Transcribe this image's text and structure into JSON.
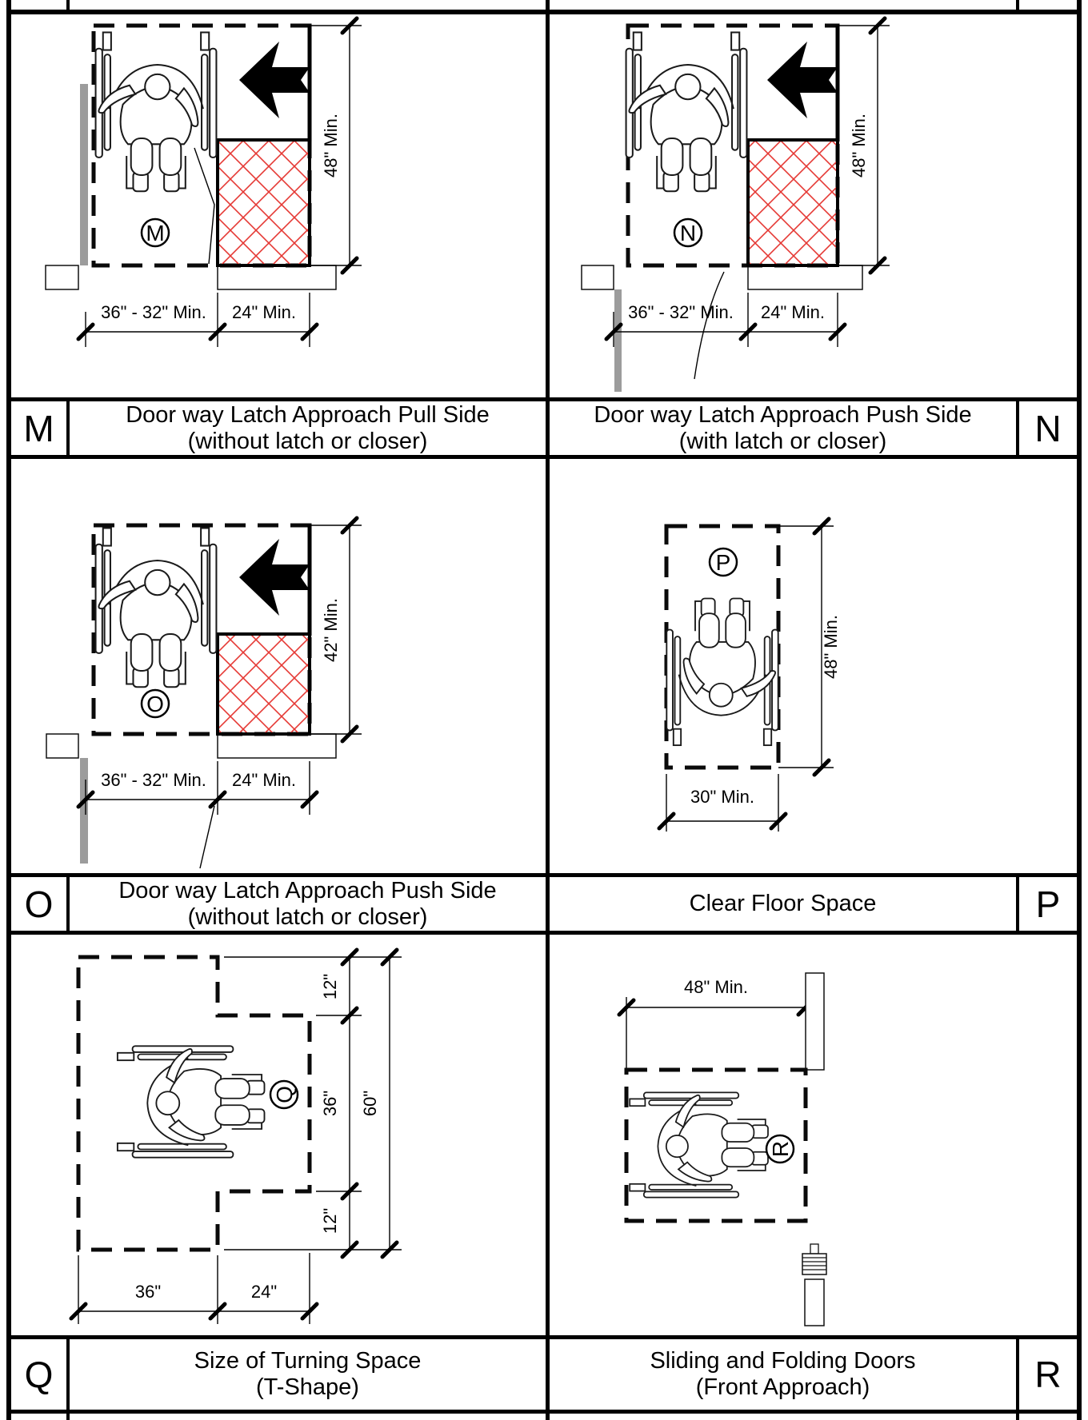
{
  "sheet": {
    "background": "#ffffff",
    "line_color": "#000000",
    "hatch_red": "#e53935",
    "door_gray": "#9c9c9c"
  },
  "panels": {
    "m": {
      "letter": "M",
      "title1": "Door way Latch Approach Pull Side",
      "title2": "(without latch or closer)",
      "dim_vertical": "48\" Min.",
      "dim_h1": "36\" - 32\" Min.",
      "dim_h2": "24\" Min."
    },
    "n": {
      "letter": "N",
      "title1": "Door way Latch Approach Push Side",
      "title2": "(with latch or closer)",
      "dim_vertical": "48\" Min.",
      "dim_h1": "36\" - 32\" Min.",
      "dim_h2": "24\" Min."
    },
    "o": {
      "letter": "O",
      "title1": "Door way Latch Approach Push Side",
      "title2": "(without latch or closer)",
      "dim_vertical": "42\" Min.",
      "dim_h1": "36\" - 32\" Min.",
      "dim_h2": "24\" Min."
    },
    "p": {
      "letter": "P",
      "title1": "Clear Floor Space",
      "title2": "",
      "dim_vertical": "48\" Min.",
      "dim_h1": "30\" Min."
    },
    "q": {
      "letter": "Q",
      "title1": "Size of Turning Space",
      "title2": "(T-Shape)",
      "dim_r1": "12\"",
      "dim_r2": "36\"",
      "dim_r3": "12\"",
      "dim_r4": "60\"",
      "dim_b1": "36\"",
      "dim_b2": "24\""
    },
    "r": {
      "letter": "R",
      "title1": "Sliding and Folding Doors",
      "title2": "(Front Approach)",
      "dim_top": "48\" Min."
    }
  }
}
